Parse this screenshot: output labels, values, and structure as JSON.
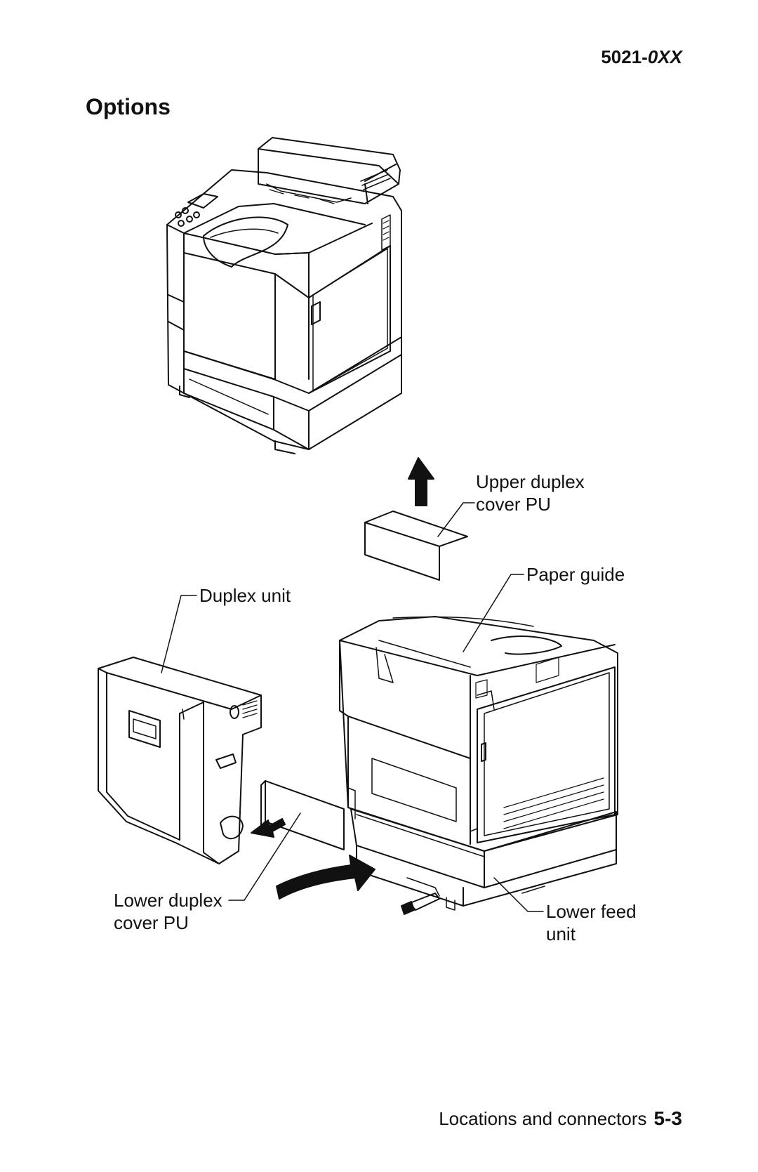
{
  "header": {
    "model_prefix": "5021-",
    "model_suffix": "0XX"
  },
  "section_title": "Options",
  "callouts": {
    "upper_duplex_line1": "Upper duplex",
    "upper_duplex_line2": "cover PU",
    "paper_guide": "Paper guide",
    "duplex_unit": "Duplex unit",
    "lower_duplex_line1": "Lower duplex",
    "lower_duplex_line2": "cover PU",
    "lower_feed_line1": "Lower feed",
    "lower_feed_line2": "unit"
  },
  "footer": {
    "section_label": "Locations and connectors",
    "page_number": "5-3"
  }
}
